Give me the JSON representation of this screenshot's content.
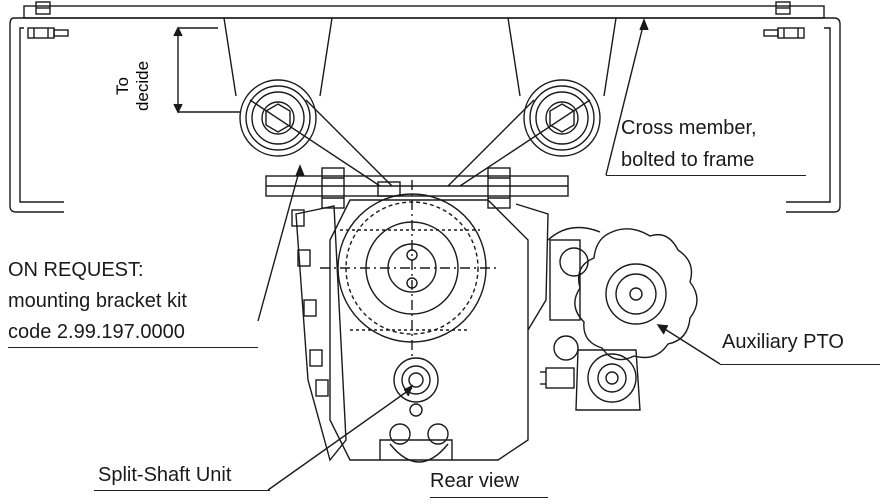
{
  "labels": {
    "to_decide_line1": "To",
    "to_decide_line2": "decide",
    "cross_member_line1": "Cross  member,",
    "cross_member_line2": "bolted to frame",
    "on_request_line1": "ON REQUEST:",
    "on_request_line2": "mounting bracket kit",
    "on_request_line3": "code 2.99.197.0000",
    "auxiliary_pto": "Auxiliary PTO",
    "split_shaft_unit": "Split-Shaft Unit",
    "rear_view": "Rear view"
  }
}
